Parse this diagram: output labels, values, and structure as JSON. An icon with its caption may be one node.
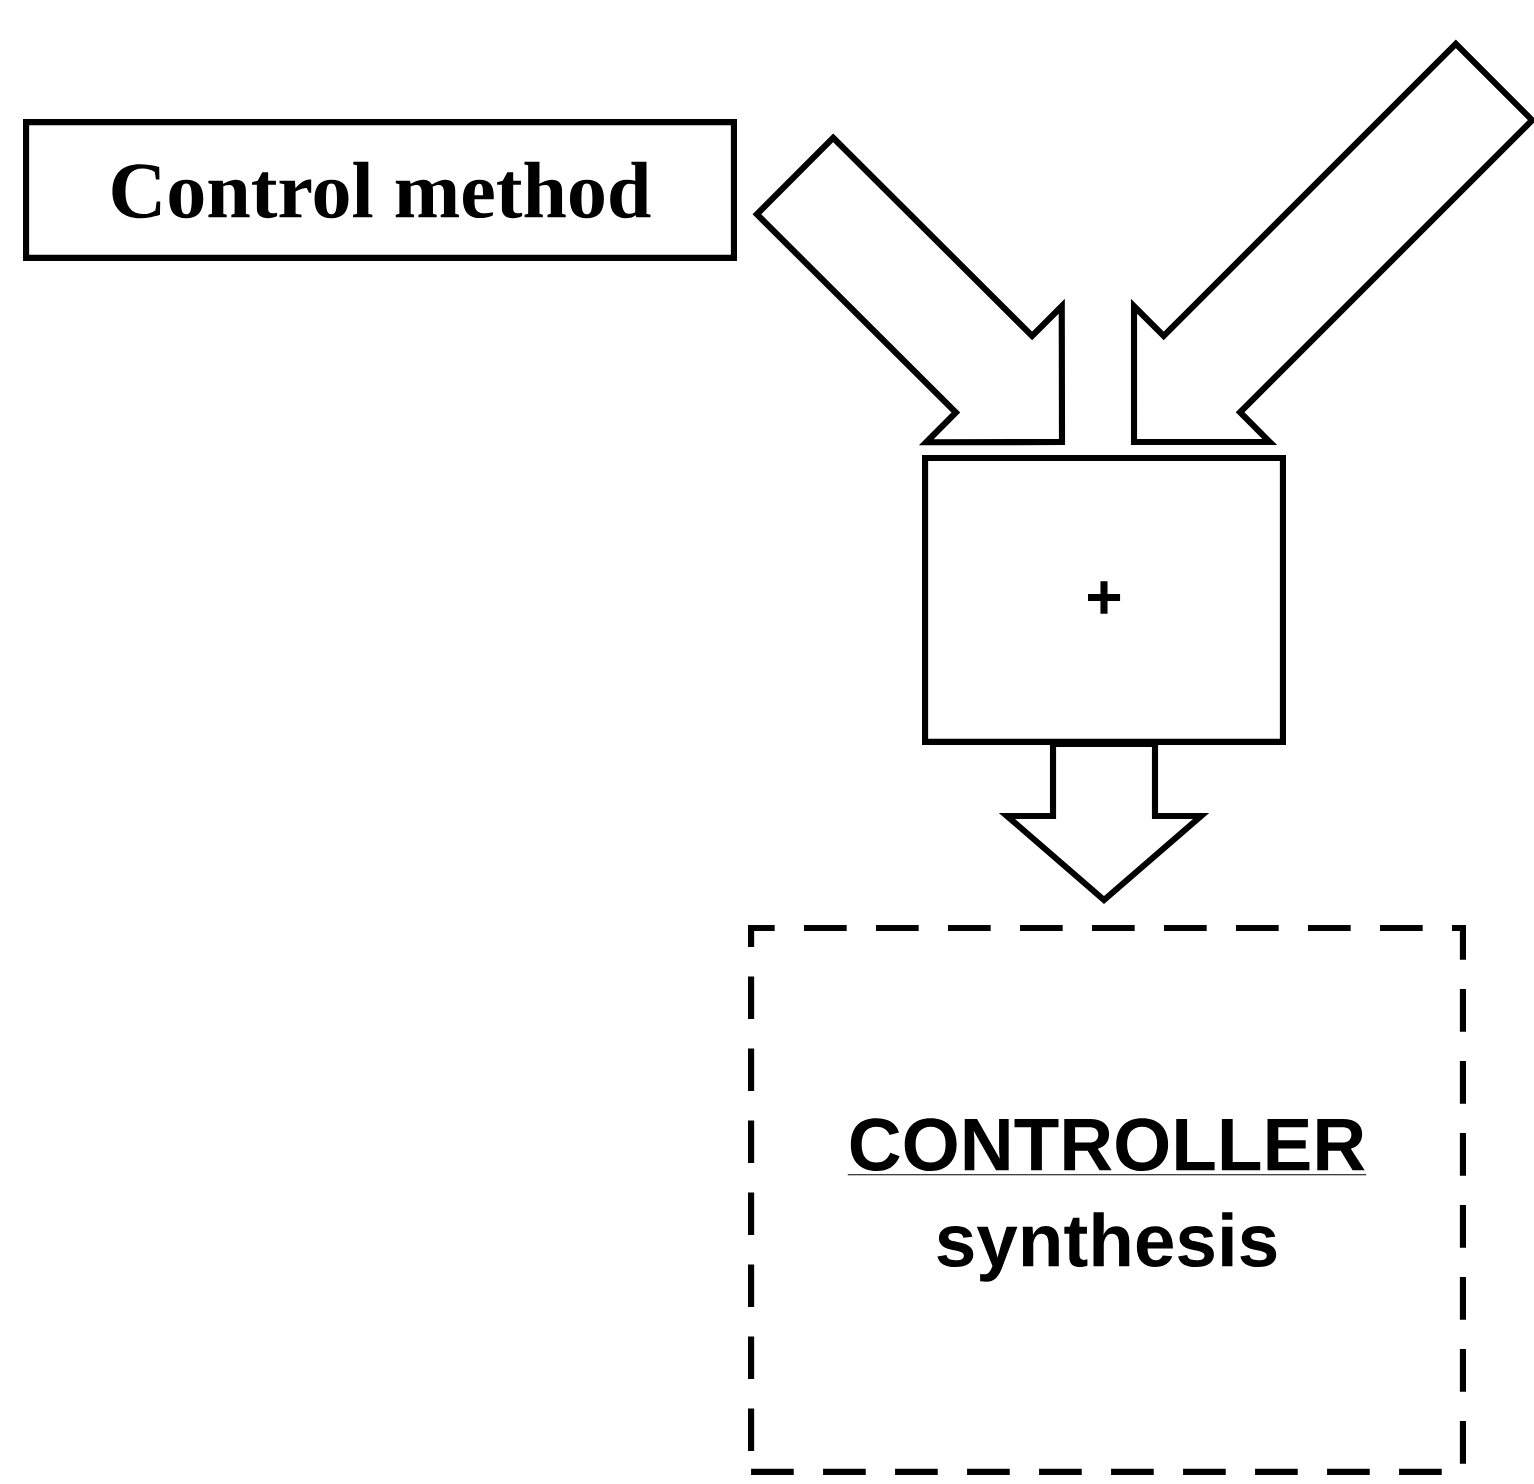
{
  "diagram": {
    "nodes": [
      {
        "text": [
          "Control method"
        ]
      },
      {
        "text": [
          "+"
        ]
      },
      {
        "text": [
          "CONTROLLER",
          "synthesis"
        ]
      }
    ],
    "edges": [
      {
        "from": 0,
        "to": 1,
        "arrow": "to"
      },
      {
        "from": null,
        "to": 1,
        "arrow": "to"
      },
      {
        "from": 1,
        "to": 2,
        "arrow": "to"
      }
    ]
  }
}
